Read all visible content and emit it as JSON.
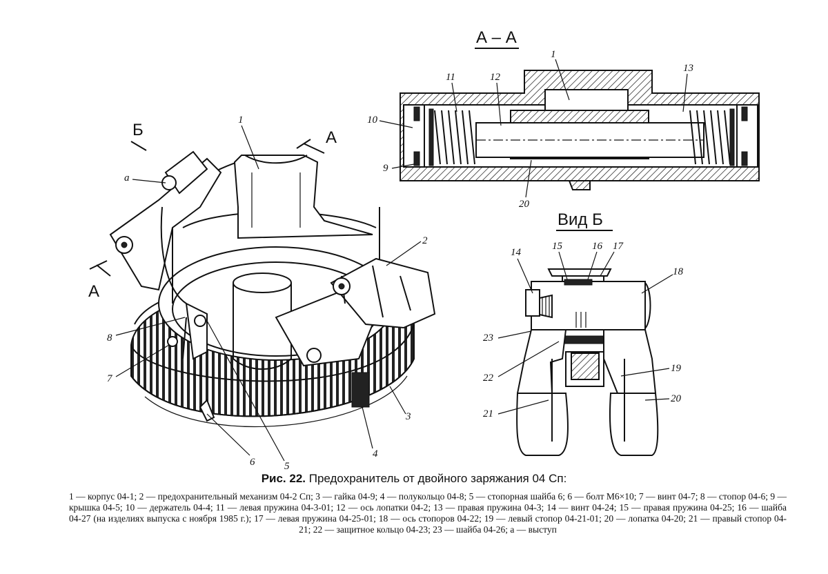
{
  "figure": {
    "caption_number": "Рис. 22.",
    "caption_title": "Предохранитель от двойного заряжания 04 Сп:",
    "legend": "1 — корпус 04-1; 2 — предохранительный механизм 04-2 Сп; 3 — гайка 04-9; 4 — полукольцо 04-8; 5 — стопорная шайба 6; 6 — болт М6×10; 7 — винт 04-7; 8 — стопор 04-6; 9 — крышка 04-5; 10 — держатель 04-4; 11 — левая пружина 04-3-01; 12 — ось лопатки 04-2; 13 — правая пружина 04-3; 14 — винт 04-24; 15 — правая пружина 04-25; 16 — шайба 04-27 (на изделиях выпуска с ноября 1985 г.); 17 — левая пружина 04-25-01; 18 — ось стопоров 04-22; 19 — левый стопор 04-21-01; 20 — лопатка 04-20; 21 — правый стопор 04-21; 22 — защитное кольцо 04-23; 23 — шайба 04-26; а — выступ"
  },
  "main_view": {
    "labels": [
      "1",
      "2",
      "3",
      "4",
      "5",
      "6",
      "7",
      "8",
      "а"
    ],
    "direction_marks": [
      "Б",
      "А",
      "А"
    ]
  },
  "section_aa": {
    "title": "А – А",
    "labels": [
      "1",
      "9",
      "10",
      "11",
      "12",
      "13",
      "20"
    ]
  },
  "view_b": {
    "title": "Вид Б",
    "labels": [
      "14",
      "15",
      "16",
      "17",
      "18",
      "19",
      "20",
      "21",
      "22",
      "23"
    ]
  }
}
